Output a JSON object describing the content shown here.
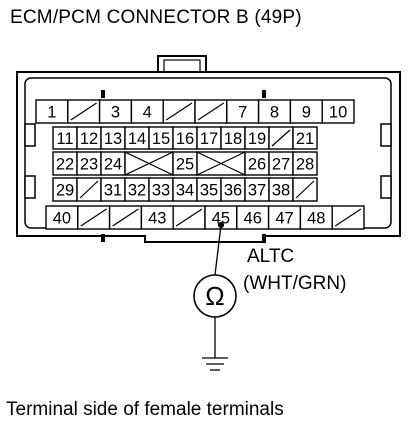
{
  "title": "ECM/PCM CONNECTOR B (49P)",
  "caption": "Terminal side of female terminals",
  "wire": {
    "label": "ALTC",
    "color_code": "(WHT/GRN)",
    "terminal": "45",
    "meter_symbol": "Ω"
  },
  "rows": [
    {
      "cells": [
        {
          "label": "1"
        },
        {
          "label": "",
          "blank": "slash"
        },
        {
          "label": "3"
        },
        {
          "label": "4"
        },
        {
          "label": "",
          "blank": "slash"
        },
        {
          "label": "",
          "blank": "slash"
        },
        {
          "label": "7"
        },
        {
          "label": "8"
        },
        {
          "label": "9"
        },
        {
          "label": "10"
        }
      ]
    },
    {
      "cells": [
        {
          "label": "11"
        },
        {
          "label": "12"
        },
        {
          "label": "13"
        },
        {
          "label": "14"
        },
        {
          "label": "15"
        },
        {
          "label": "16"
        },
        {
          "label": "17"
        },
        {
          "label": "18"
        },
        {
          "label": "19"
        },
        {
          "label": "",
          "blank": "slash"
        },
        {
          "label": "21"
        }
      ]
    },
    {
      "cells": [
        {
          "label": "22"
        },
        {
          "label": "23"
        },
        {
          "label": "24"
        },
        {
          "label": "",
          "blank": "cross",
          "span": 2
        },
        {
          "label": "25"
        },
        {
          "label": "",
          "blank": "cross",
          "span": 2
        },
        {
          "label": "26"
        },
        {
          "label": "27"
        },
        {
          "label": "28"
        }
      ]
    },
    {
      "cells": [
        {
          "label": "29"
        },
        {
          "label": "",
          "blank": "slash"
        },
        {
          "label": "31"
        },
        {
          "label": "32"
        },
        {
          "label": "33"
        },
        {
          "label": "34"
        },
        {
          "label": "35"
        },
        {
          "label": "36"
        },
        {
          "label": "37"
        },
        {
          "label": "38"
        },
        {
          "label": "",
          "blank": "slash"
        }
      ]
    },
    {
      "cells": [
        {
          "label": "40"
        },
        {
          "label": "",
          "blank": "slash"
        },
        {
          "label": "",
          "blank": "slash"
        },
        {
          "label": "43"
        },
        {
          "label": "",
          "blank": "slash"
        },
        {
          "label": "45"
        },
        {
          "label": "46"
        },
        {
          "label": "47"
        },
        {
          "label": "48"
        },
        {
          "label": "",
          "blank": "slash"
        }
      ]
    }
  ]
}
